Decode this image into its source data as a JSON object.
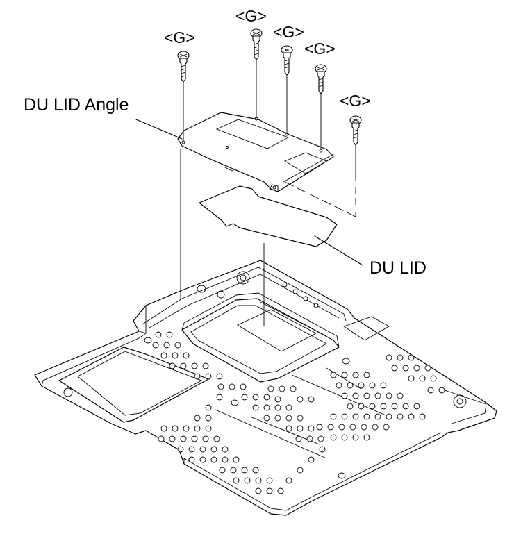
{
  "labels": {
    "screw_tag": "<G>",
    "du_lid_angle": "DU LID Angle",
    "du_lid": "DU LID"
  },
  "colors": {
    "ink": "#000000",
    "background": "#ffffff"
  }
}
